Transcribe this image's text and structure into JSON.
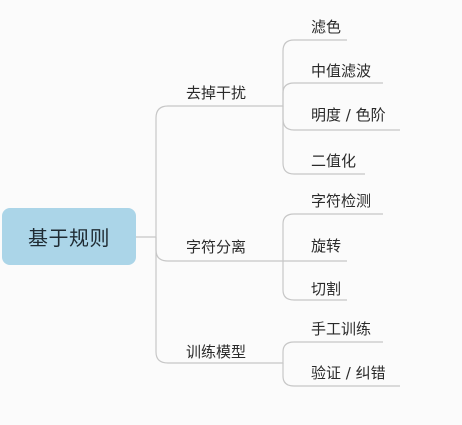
{
  "root": {
    "label": "基于规则"
  },
  "branches": [
    {
      "label": "去掉干扰",
      "leaves": [
        "滤色",
        "中值滤波",
        "明度 / 色阶",
        "二值化"
      ]
    },
    {
      "label": "字符分离",
      "leaves": [
        "字符检测",
        "旋转",
        "切割"
      ]
    },
    {
      "label": "训练模型",
      "leaves": [
        "手工训练",
        "验证 / 纠错"
      ]
    }
  ],
  "colors": {
    "root_fill": "#abd5e8",
    "connector": "#c7c7c7",
    "background": "#fbfbfb",
    "text": "#2a2a2a"
  }
}
